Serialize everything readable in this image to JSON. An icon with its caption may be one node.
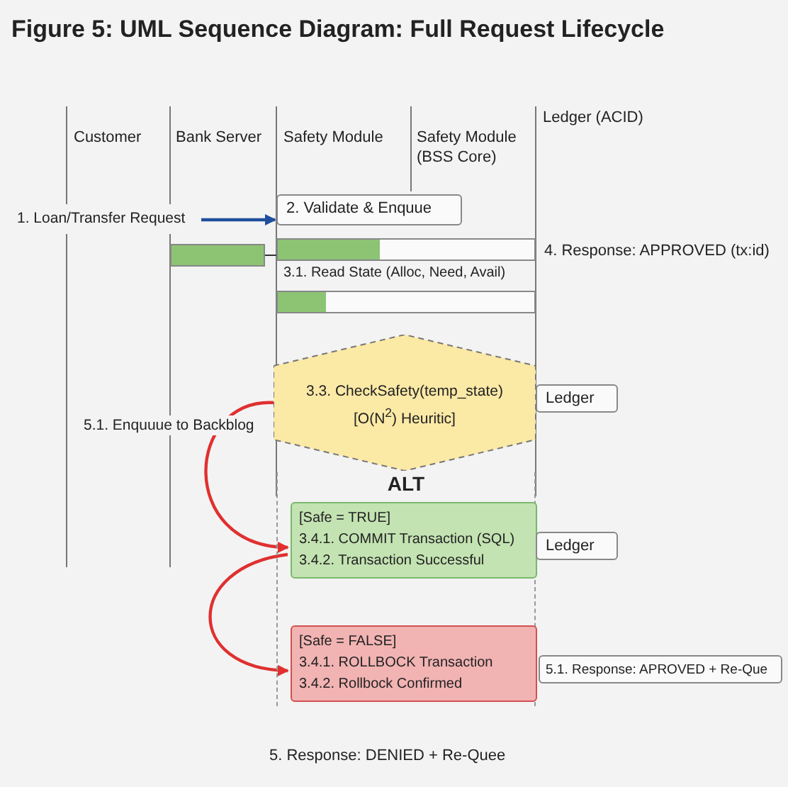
{
  "diagram": {
    "title": "Figure 5: UML Sequence Diagram: Full Request Lifecycle",
    "nodes": [
      {
        "text": [
          "1. Loan/Transfer Request"
        ]
      },
      {
        "text": [
          "2. Validate & Enquue"
        ]
      },
      {
        "text": [],
        "shape": "bar"
      },
      {
        "text": [],
        "shape": "bar"
      },
      {
        "text": [],
        "shape": "bar"
      },
      {
        "text": [
          "3.3. CheckSafety(temp_state) [O(N$^{2}$) Heuritic]"
        ]
      },
      {
        "text": [
          "Ledger"
        ]
      },
      {
        "text": [
          "ALT"
        ]
      },
      {
        "text": [
          "[Safe = TRUE]",
          "3.4.1. COMMIT Transaction (SQL)",
          "3.4.2. Transaction Successful"
        ],
        "in": 7
      },
      {
        "text": [
          "Ledger"
        ]
      },
      {
        "text": [
          "[Safe = FALSE]",
          "3.4.1. ROLLBOCK Transaction",
          "3.4.2. Rollbock Confirmed"
        ],
        "in": 7
      },
      {
        "text": [
          "5.1. Response: APROVED + Re-Que"
        ]
      }
    ],
    "edges": [
      {
        "from": 0,
        "to": 1,
        "arrow": "to",
        "color": "#1f4e9c"
      },
      {
        "from": 2,
        "to": 3,
        "arrow": "none",
        "color": "#333333"
      },
      {
        "from": 5,
        "to": 8,
        "arrow": "to",
        "label": "5.1. Enquuue to Backblog",
        "color": "#e03030"
      },
      {
        "from": 8,
        "to": 10,
        "arrow": "to",
        "color": "#e03030"
      }
    ],
    "labels": [
      "Customer",
      "Bank Server",
      "Safety Module",
      "Safety Module (BSS Core)",
      "Ledger (ACID)",
      "4. Response: APPROVED (tx:id)",
      "3.1. Read State (Alloc, Need, Avail)",
      "5. Response: DENIED + Re-Quee"
    ]
  }
}
